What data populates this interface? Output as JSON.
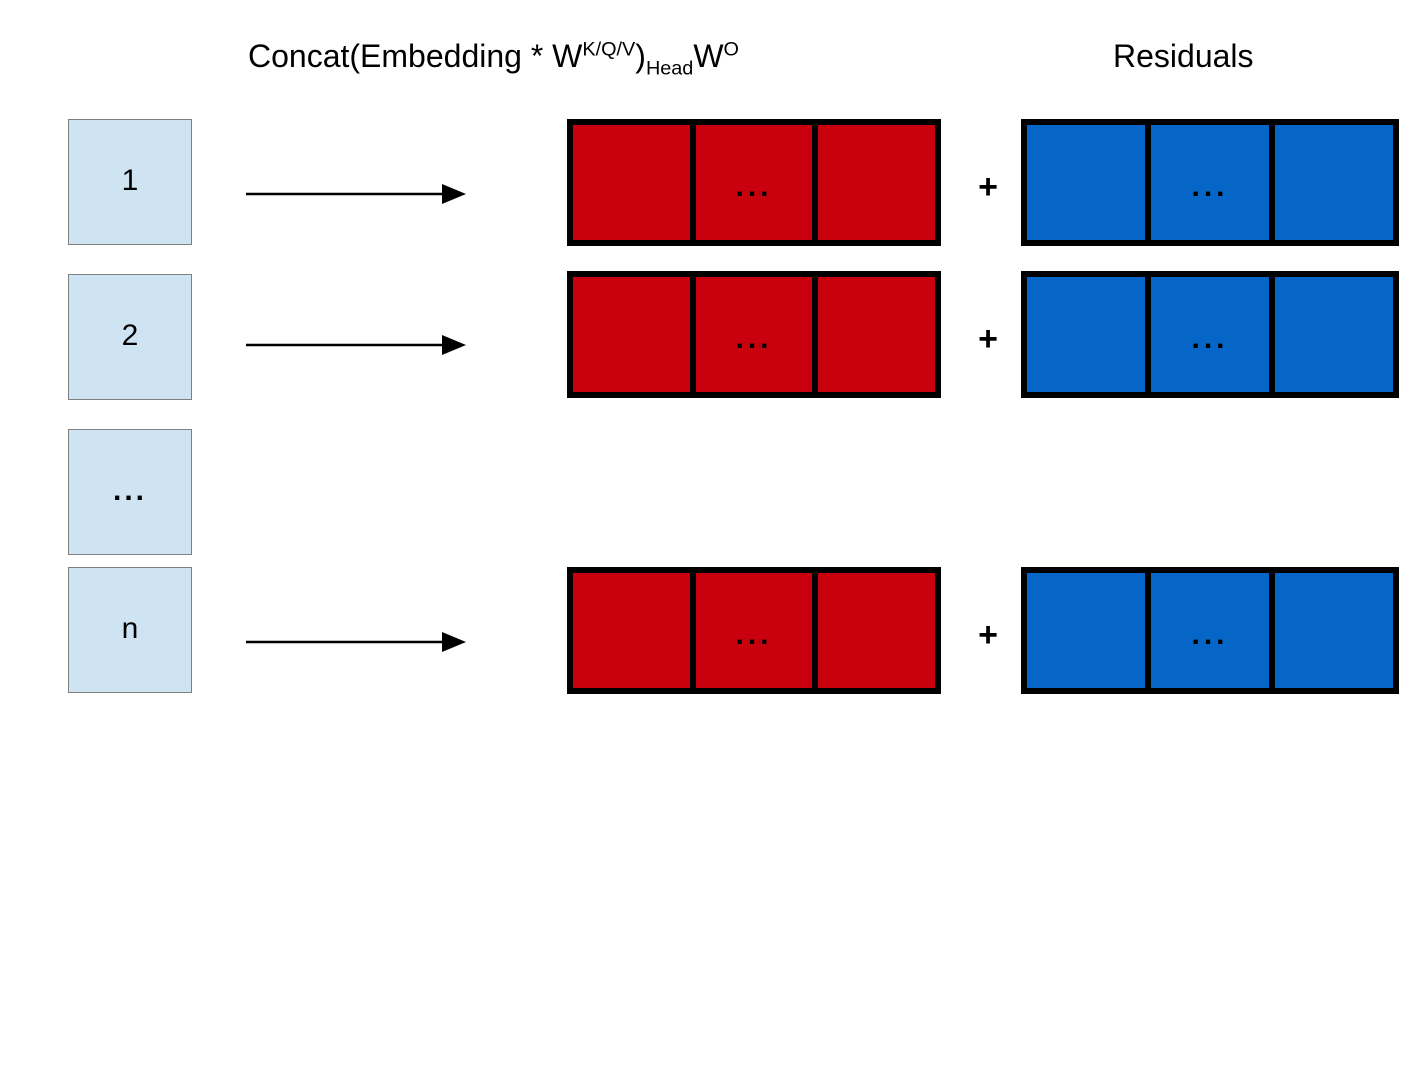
{
  "figure": {
    "title_left": "Concat(Embedding * W",
    "title_left_sup": "K/Q/V",
    "title_left_mid": ")",
    "title_left_sub": "Head",
    "title_left_tail": "W",
    "title_left_tail_sup": "O",
    "title_right": "Residuals",
    "full_title_left_text": "Concat(Embedding * W^K/Q/V)_Head W^O"
  },
  "tokens": [
    {
      "label": "1",
      "has_arrow": true
    },
    {
      "label": "2",
      "has_arrow": true
    },
    {
      "label": "...",
      "has_arrow": false
    },
    {
      "label": "n",
      "has_arrow": true
    }
  ],
  "rows": [
    {
      "attention_cells": [
        "",
        "...",
        ""
      ],
      "operator": "+",
      "residual_cells": [
        "",
        "...",
        ""
      ]
    },
    {
      "attention_cells": [
        "",
        "...",
        ""
      ],
      "operator": "+",
      "residual_cells": [
        "",
        "...",
        ""
      ]
    },
    {
      "attention_cells": [
        "",
        "...",
        ""
      ],
      "operator": "+",
      "residual_cells": [
        "",
        "...",
        ""
      ]
    }
  ],
  "colors": {
    "token_fill": "#cfe4f3",
    "token_border": "#808080",
    "attention_fill": "#c9000d",
    "residual_fill": "#0566c8",
    "cell_border": "#000000",
    "background": "#ffffff",
    "text": "#000000"
  }
}
